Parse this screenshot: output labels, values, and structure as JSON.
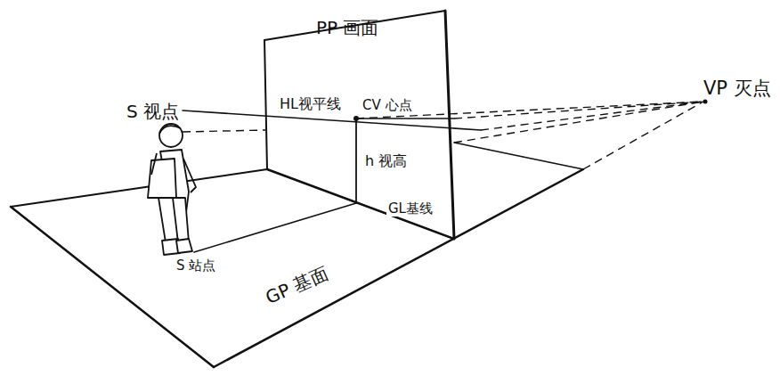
{
  "diagram": {
    "nodes": [
      {
        "text": [
          "PP 画面"
        ]
      },
      {
        "text": [
          "GP 基面"
        ]
      }
    ],
    "labels": [
      "S 视点",
      "HL视平线",
      "CV 心点",
      "VP 灭点",
      "h 视高",
      "GL基线",
      "S 站点"
    ]
  }
}
